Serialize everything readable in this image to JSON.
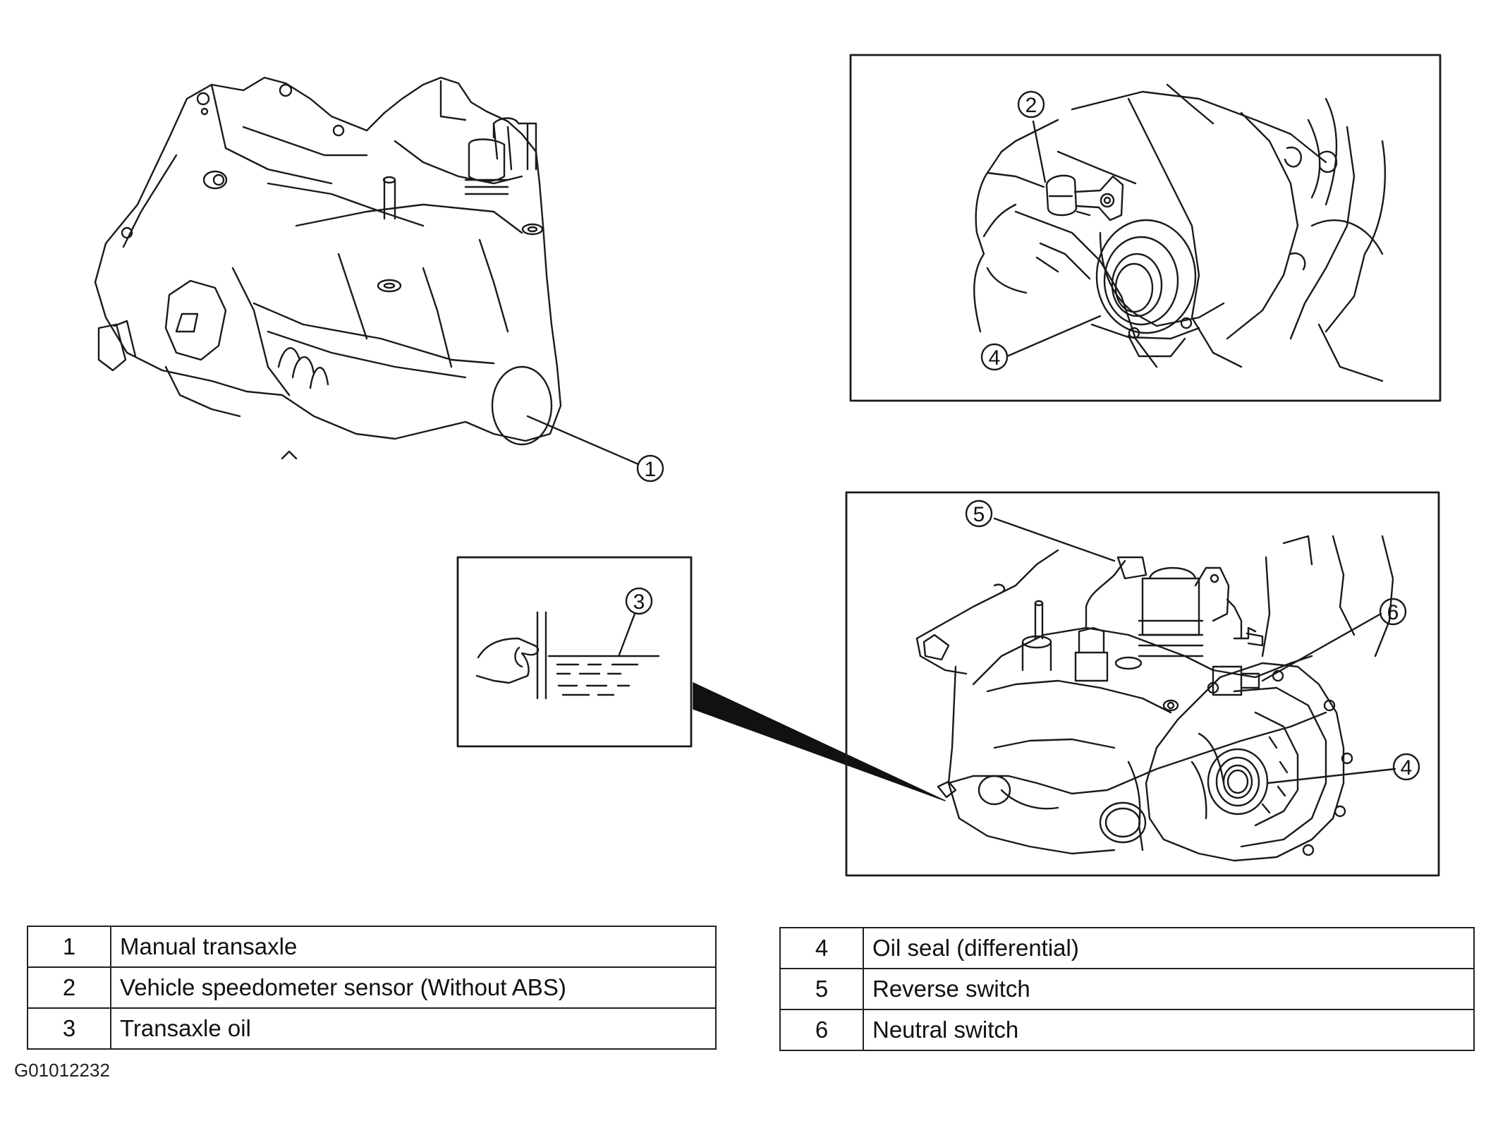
{
  "callouts": [
    "1",
    "2",
    "3",
    "4",
    "4",
    "5",
    "6"
  ],
  "legend_left": [
    {
      "num": "1",
      "label": "Manual transaxle"
    },
    {
      "num": "2",
      "label": "Vehicle speedometer sensor (Without ABS)"
    },
    {
      "num": "3",
      "label": "Transaxle oil"
    }
  ],
  "legend_right": [
    {
      "num": "4",
      "label": "Oil seal (differential)"
    },
    {
      "num": "5",
      "label": "Reverse switch"
    },
    {
      "num": "6",
      "label": "Neutral switch"
    }
  ],
  "figure_id": "G01012232"
}
